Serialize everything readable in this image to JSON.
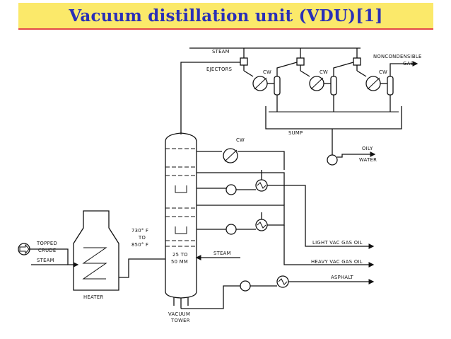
{
  "title": "Vacuum distillation unit (VDU)[1]",
  "colors": {
    "title_bg": "#fbe96a",
    "title_text": "#2a2fb8",
    "title_underline": "#e34848"
  },
  "labels": {
    "steam_top": "STEAM",
    "ejectors": "EJECTORS",
    "cw1": "CW",
    "cw2": "CW",
    "cw3": "CW",
    "noncondensible_1": "NONCONDENSIBLE",
    "noncondensible_2": "GAS",
    "sump": "SUMP",
    "oily_1": "OILY",
    "oily_2": "WATER",
    "cw_column": "CW",
    "topped_1": "TOPPED",
    "topped_2": "CRUDE",
    "steam_in": "STEAM",
    "heater": "HEATER",
    "temp_1": "730° F",
    "temp_2": "TO",
    "temp_3": "850° F",
    "pressure_1": "25 TO",
    "pressure_2": "50 MM",
    "steam_tower": "STEAM",
    "vacuum_1": "VACUUM",
    "vacuum_2": "TOWER",
    "light_vgo": "LIGHT VAC GAS OIL",
    "heavy_vgo": "HEAVY VAC GAS OIL",
    "asphalt": "ASPHALT"
  }
}
